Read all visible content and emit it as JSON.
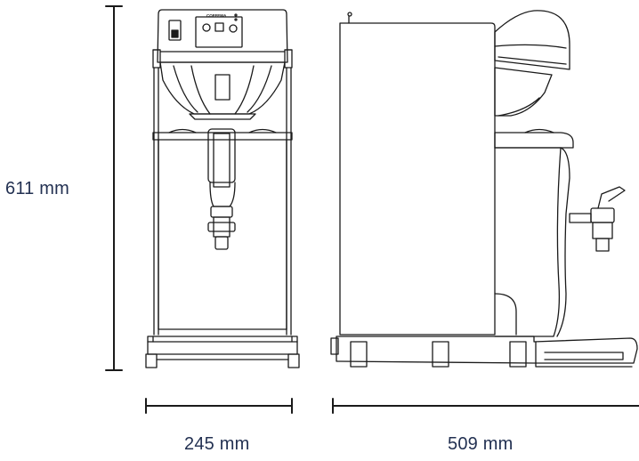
{
  "dimensions": {
    "height_label": "611 mm",
    "width_label": "245 mm",
    "depth_label": "509 mm"
  },
  "machine": {
    "brand_text": "COFFEMA"
  },
  "colors": {
    "line": "#1a1a1a",
    "dimension_text": "#233152",
    "background": "#ffffff"
  }
}
